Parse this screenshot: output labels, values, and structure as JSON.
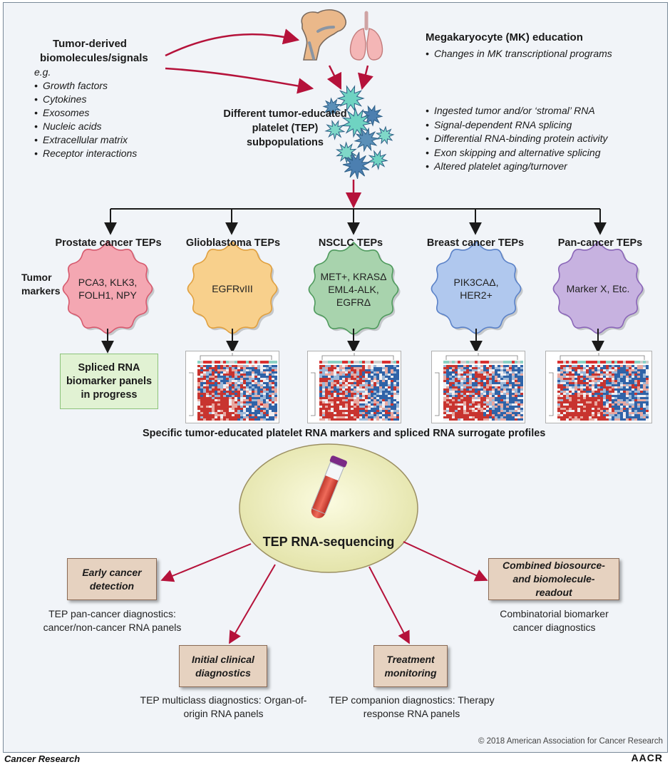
{
  "header": {
    "signals_title": "Tumor-derived biomolecules/signals",
    "signals_eg": "e.g.",
    "signals_items": [
      "Growth factors",
      "Cytokines",
      "Exosomes",
      "Nucleic acids",
      "Extracellular matrix",
      "Receptor interactions"
    ],
    "mk_title": "Megakaryocyte (MK) education",
    "mk_items": [
      "Changes in MK transcriptional programs"
    ],
    "tep_title": "Different tumor-educated platelet (TEP) subpopulations",
    "rna_items": [
      "Ingested tumor and/or ‘stromal’ RNA",
      "Signal-dependent RNA splicing",
      "Differential RNA-binding protein activity",
      "Exon skipping and alternative splicing",
      "Altered platelet aging/turnover"
    ]
  },
  "tumor_markers_label": "Tumor markers",
  "categories": [
    {
      "title": "Prostate cancer TEPs",
      "markers": "PCA3, KLK3, FOLH1, NPY",
      "color": "#f4a7b2",
      "edge": "#d65a6e"
    },
    {
      "title": "Glioblastoma TEPs",
      "markers": "EGFRvIII",
      "color": "#f8d08c",
      "edge": "#e0a040"
    },
    {
      "title": "NSCLC TEPs",
      "markers": "MET+, KRASΔ EML4-ALK, EGFRΔ",
      "color": "#a8d3ad",
      "edge": "#4f9a5d"
    },
    {
      "title": "Breast cancer TEPs",
      "markers": "PIK3CAΔ, HER2+",
      "color": "#b0c8ee",
      "edge": "#5b82c8"
    },
    {
      "title": "Pan-cancer TEPs",
      "markers": "Marker X, Etc.",
      "color": "#c7b2e0",
      "edge": "#8a66b8"
    }
  ],
  "spliced_box": "Spliced RNA biomarker panels in progress",
  "profiles_caption": "Specific tumor-educated platelet RNA markers and spliced RNA surrogate profiles",
  "center_label": "TEP RNA-sequencing",
  "applications": [
    {
      "title": "Early cancer detection",
      "desc": "TEP pan-cancer diagnostics: cancer/non-cancer RNA panels"
    },
    {
      "title": "Initial clinical diagnostics",
      "desc": "TEP multiclass diagnostics: Organ-of-origin RNA panels"
    },
    {
      "title": "Treatment monitoring",
      "desc": "TEP companion diagnostics: Therapy response RNA panels"
    },
    {
      "title": "Combined biosource- and biomolecule- readout",
      "desc": "Combinatorial biomarker cancer diagnostics"
    }
  ],
  "copyright": "© 2018 American Association for Cancer Research",
  "footer": {
    "journal": "Cancer Research",
    "brand": "AACR"
  },
  "colors": {
    "arrow_red": "#b5123a",
    "arrow_black": "#1a1a1a",
    "ellipse_fill": "#eeeebc",
    "app_box": "#e6d2c0",
    "spliced_box_fill": "#e1f2d3",
    "platelet": "#7fd8c8"
  }
}
